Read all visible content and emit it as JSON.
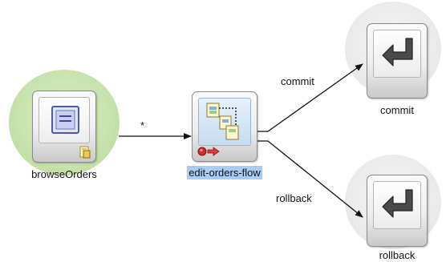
{
  "nodes": {
    "browse_orders": {
      "label": "browseOrders"
    },
    "edit_orders_flow": {
      "label": "edit-orders-flow"
    },
    "commit": {
      "label": "commit"
    },
    "rollback": {
      "label": "rollback"
    }
  },
  "edges": {
    "browse_to_flow": {
      "label": "*"
    },
    "flow_to_commit": {
      "label": "commit"
    },
    "flow_to_rollback": {
      "label": "rollback"
    }
  },
  "colors": {
    "start_halo": "#c8e3ae",
    "return_halo": "#ebebeb",
    "selection": "#a8cdf2"
  },
  "icons": {
    "browse_orders": "view-page-icon",
    "browse_orders_badge": "page-definition-icon",
    "edit_orders_flow": "task-flow-icon",
    "edit_orders_flow_badge": "transaction-icon",
    "commit": "return-arrow-icon",
    "rollback": "return-arrow-icon"
  }
}
